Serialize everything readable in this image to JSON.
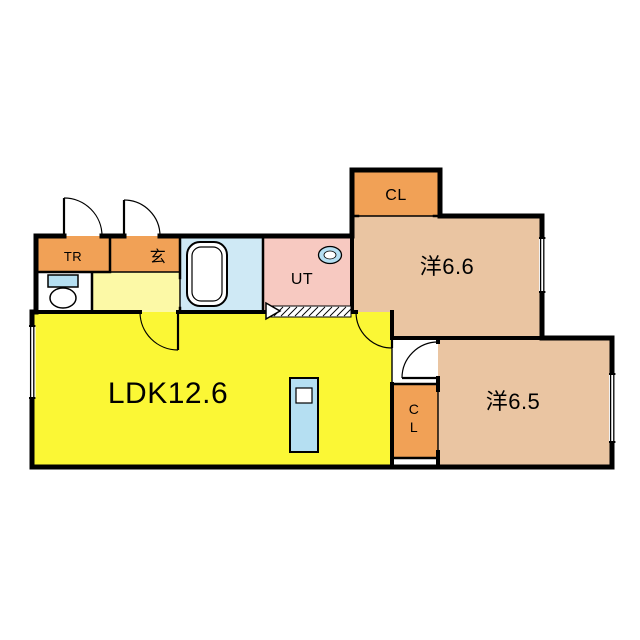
{
  "floorplan": {
    "labels": {
      "cl_top": "CL",
      "tr": "TR",
      "genkan": "玄",
      "ut": "UT",
      "bedroom_66": "洋6.6",
      "ldk": "LDK12.6",
      "bedroom_65": "洋6.5",
      "cl_bottom_line1": "C",
      "cl_bottom_line2": "L"
    },
    "colors": {
      "background": "#ffffff",
      "wall": "#000000",
      "ldk_floor": "#fbf735",
      "hall_floor": "#fcf9a6",
      "bedroom_floor": "#eac5a2",
      "closet_floor": "#f1a156",
      "utility_floor": "#f7c9c1",
      "bath_floor": "#cfe9f5",
      "fixture_blue": "#b5dff2",
      "fixture_white": "#ffffff"
    }
  }
}
